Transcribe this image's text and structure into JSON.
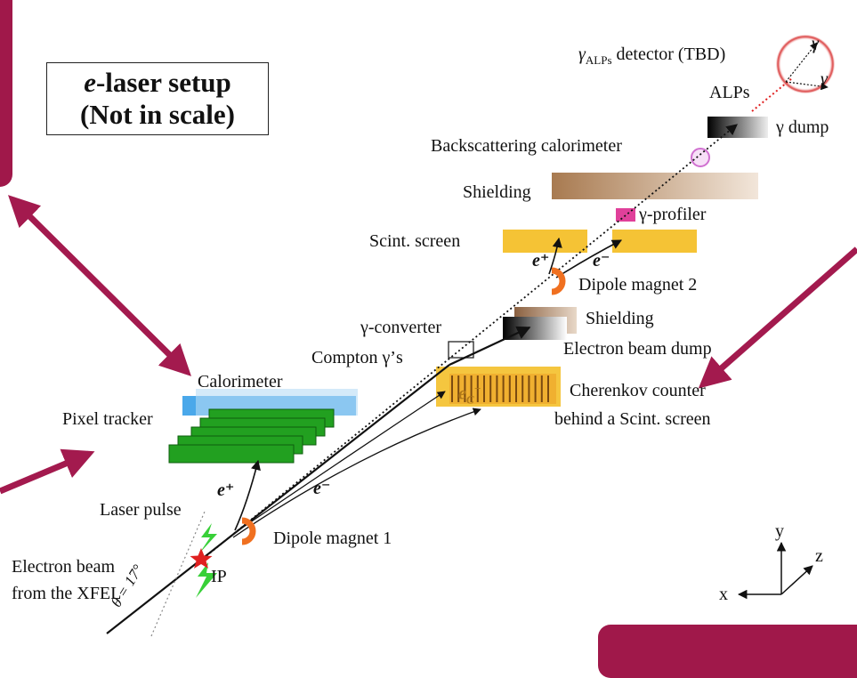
{
  "setup_box": {
    "line1_prefix": "e",
    "line1_rest": "-laser setup",
    "line2": "(Not in scale)"
  },
  "labels": {
    "alps_detector_gamma": "γ",
    "alps_detector_sub": "ALPs",
    "alps_detector_rest": "detector (TBD)",
    "alps": "ALPs",
    "gamma_dump": "γ dump",
    "backscattering_calorimeter": "Backscattering calorimeter",
    "shielding_top": "Shielding",
    "gamma_profiler": "γ-profiler",
    "scint_screen": "Scint. screen",
    "e_plus_upper": "e⁺",
    "e_minus_upper": "e⁻",
    "dipole_magnet_2": "Dipole magnet 2",
    "gamma_converter": "γ-converter",
    "shielding_mid": "Shielding",
    "electron_beam_dump": "Electron beam dump",
    "compton_gammas": "Compton γ’s",
    "calorimeter": "Calorimeter",
    "e_c": "e",
    "e_c_sub": "C",
    "e_c_sup": "−",
    "cherenkov_line1": "Cherenkov counter",
    "cherenkov_line2": "behind a Scint. screen",
    "pixel_tracker": "Pixel tracker",
    "e_plus_lower": "e⁺",
    "e_minus_lower": "e⁻",
    "laser_pulse": "Laser pulse",
    "dipole_magnet_1": "Dipole magnet 1",
    "electron_beam_line1": "Electron beam",
    "electron_beam_line2": "from the XFEL",
    "ip": "IP",
    "theta": "θ = 17°",
    "gamma_out_1": "γ",
    "gamma_out_2": "γ",
    "axis_x": "x",
    "axis_y": "y",
    "axis_z": "z"
  },
  "colors": {
    "panel_maroon": "#a0184a",
    "arrow_maroon": "#a31a4e",
    "calorimeter_blue": "#4aa8ea",
    "tracker_green": "#22a020",
    "scint_yellow": "#f4c02a",
    "shielding_brown": "#b88a5e",
    "magnet_orange": "#f07020",
    "profiler_pink": "#e0409a",
    "laser_green": "#38d038",
    "ip_red": "#e02020"
  }
}
